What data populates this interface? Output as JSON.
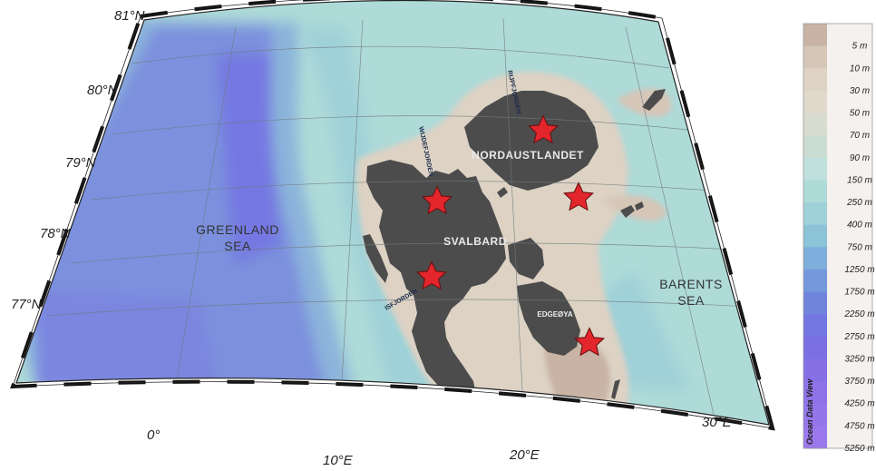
{
  "latitudes": [
    {
      "label": "81°N"
    },
    {
      "label": "80°N"
    },
    {
      "label": "79°N"
    },
    {
      "label": "78°N"
    },
    {
      "label": "77°N"
    }
  ],
  "longitudes": [
    {
      "label": "0°"
    },
    {
      "label": "10°E"
    },
    {
      "label": "20°E"
    },
    {
      "label": "30°E"
    }
  ],
  "seas": {
    "greenland": [
      "GREENLAND",
      "SEA"
    ],
    "barents": [
      "BARENTS",
      "SEA"
    ]
  },
  "land_labels": {
    "nordaustlandet": "NORDAUSTLANDET",
    "svalbard": "SVALBARD",
    "edgeoya": "EDGEØYA"
  },
  "fjords": {
    "rijpfjorden": "RIJPFJORDEN",
    "wijdefjorden": "WIJDEFJORDEN",
    "isfjorden": "ISFJORDEN"
  },
  "stations_count_note": null,
  "legend": {
    "depths": [
      "5 m",
      "10 m",
      "30 m",
      "50 m",
      "70 m",
      "90 m",
      "150 m",
      "250 m",
      "400 m",
      "750 m",
      "1250 m",
      "1750 m",
      "2250 m",
      "2750 m",
      "3250 m",
      "3750 m",
      "4250 m",
      "4750 m",
      "5250 m"
    ],
    "colors": [
      "#c8b3a4",
      "#d6c6b8",
      "#ddd2c4",
      "#e1d9cc",
      "#d9dcd0",
      "#cbdcd2",
      "#bfe0dc",
      "#aedad8",
      "#9fd1d8",
      "#8cc3d6",
      "#7eaedb",
      "#7598dd",
      "#7084de",
      "#7476e2",
      "#7a6fe3",
      "#8570e6",
      "#8e73e8",
      "#9476ea",
      "#9b79ec"
    ],
    "credit": "Ocean Data View"
  },
  "colors": {
    "land": "#4d4c4c",
    "star": "#e3262c",
    "shallow": "#ddd2c4",
    "shelf": "#aedad8",
    "deep": "#7a8be0"
  }
}
